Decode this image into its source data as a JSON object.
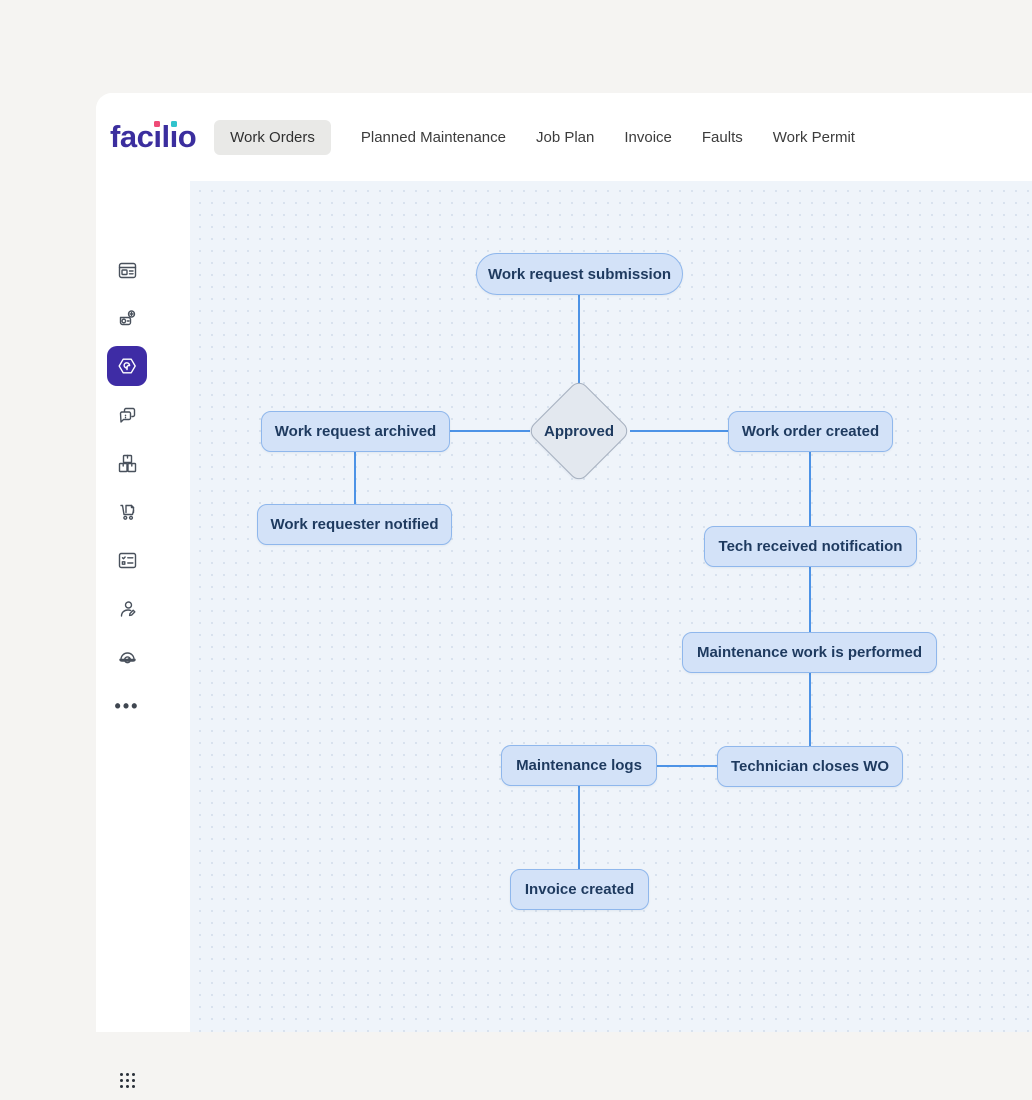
{
  "brand": {
    "logo_text": "facilio",
    "logo_color": "#3b2e9e",
    "i_dot_colors": [
      "#ef4b76",
      "#31c3cc"
    ]
  },
  "nav": {
    "tabs": [
      {
        "label": "Work Orders",
        "active": true
      },
      {
        "label": "Planned Maintenance",
        "active": false
      },
      {
        "label": "Job Plan",
        "active": false
      },
      {
        "label": "Invoice",
        "active": false
      },
      {
        "label": "Faults",
        "active": false
      },
      {
        "label": "Work Permit",
        "active": false
      }
    ]
  },
  "sidebar": {
    "items": [
      {
        "icon": "dashboard-icon",
        "active": false
      },
      {
        "icon": "assets-icon",
        "active": false
      },
      {
        "icon": "workorder-icon",
        "active": true
      },
      {
        "icon": "requests-icon",
        "active": false
      },
      {
        "icon": "inventory-icon",
        "active": false
      },
      {
        "icon": "procurement-icon",
        "active": false
      },
      {
        "icon": "tasks-icon",
        "active": false
      },
      {
        "icon": "technician-icon",
        "active": false
      },
      {
        "icon": "safety-icon",
        "active": false
      },
      {
        "icon": "more-icon",
        "active": false
      }
    ],
    "bottom_icon": "apps-grid-icon",
    "more_glyph": "•••"
  },
  "flowchart": {
    "nodes": {
      "submission": {
        "label": "Work request submission",
        "shape": "pill"
      },
      "approved": {
        "label": "Approved",
        "shape": "diamond"
      },
      "archived": {
        "label": "Work request archived",
        "shape": "rect"
      },
      "notified": {
        "label": "Work requester notified",
        "shape": "rect"
      },
      "order_created": {
        "label": "Work order created",
        "shape": "rect"
      },
      "tech_notified": {
        "label": "Tech received notification",
        "shape": "rect"
      },
      "maintenance_performed": {
        "label": "Maintenance work is performed",
        "shape": "rect"
      },
      "closes_wo": {
        "label": "Technician closes WO",
        "shape": "rect"
      },
      "maintenance_logs": {
        "label": "Maintenance logs",
        "shape": "rect"
      },
      "invoice_created": {
        "label": "Invoice created",
        "shape": "rect"
      }
    },
    "edges": [
      {
        "from": "submission",
        "to": "approved"
      },
      {
        "from": "approved",
        "to": "archived"
      },
      {
        "from": "approved",
        "to": "order_created"
      },
      {
        "from": "archived",
        "to": "notified"
      },
      {
        "from": "order_created",
        "to": "tech_notified"
      },
      {
        "from": "tech_notified",
        "to": "maintenance_performed"
      },
      {
        "from": "maintenance_performed",
        "to": "closes_wo"
      },
      {
        "from": "closes_wo",
        "to": "maintenance_logs"
      },
      {
        "from": "maintenance_logs",
        "to": "invoice_created"
      }
    ],
    "colors": {
      "node_fill": "#d3e2f8",
      "node_border": "#8fb7ec",
      "decision_fill": "#e3e8ef",
      "decision_border": "#a6b0bf",
      "edge": "#4d93e6",
      "text": "#1e3a5f",
      "canvas_bg": "#eff4fa",
      "canvas_dot": "#d7e1ed"
    }
  }
}
